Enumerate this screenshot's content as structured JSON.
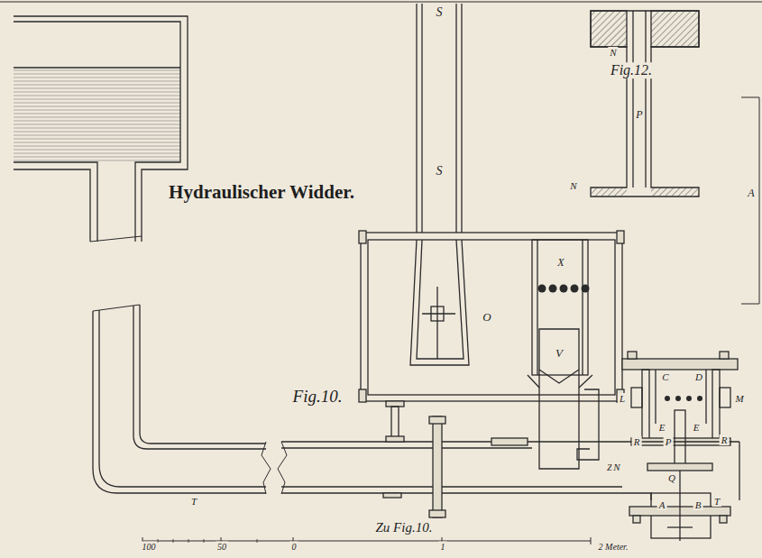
{
  "diagram": {
    "title": "Hydraulischer Widder.",
    "caption": "Zu Fig.10.",
    "labels": [
      "S",
      "S",
      "O",
      "X",
      "V",
      "Z",
      "C",
      "D",
      "L",
      "M",
      "E",
      "E",
      "R",
      "R",
      "P",
      "N",
      "Q",
      "A",
      "B",
      "T",
      "T",
      "Fig.10.",
      "Fig.12.",
      "N",
      "N",
      "P",
      "A",
      "100",
      "50",
      "0",
      "1",
      "2 Meter."
    ]
  }
}
